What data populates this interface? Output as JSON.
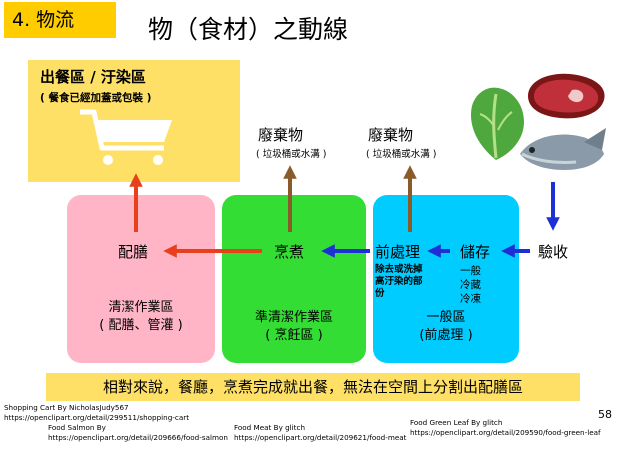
{
  "header": {
    "section_badge": "4.  物流",
    "title": "物（食材）之動線"
  },
  "outlet": {
    "title": "出餐區 / 汙染區",
    "subtitle": "( 餐食已經加蓋或包裝 )"
  },
  "waste_left": {
    "label": "廢棄物",
    "note": "( 垃圾桶或水溝 )"
  },
  "waste_right": {
    "label": "廢棄物",
    "note": "( 垃圾桶或水溝 )"
  },
  "steps": {
    "plating": "配膳",
    "cooking": "烹煮",
    "prep": "前處理",
    "storage": "儲存",
    "inspection": "驗收"
  },
  "prep_note": [
    "除去或洗掉",
    "高汙染的部",
    "份"
  ],
  "storage_options": [
    "一般",
    "冷藏",
    "冷凍"
  ],
  "zones": {
    "clean": {
      "name": "清潔作業區",
      "detail": "( 配膳、管灌 )",
      "color": "#ffb5c5"
    },
    "semi": {
      "name": "準清潔作業區",
      "detail": "( 烹飪區 )",
      "color": "#33dd33"
    },
    "general": {
      "name": "一般區",
      "detail": "(前處理 )",
      "color": "#00ccff"
    }
  },
  "banner": "相對來說，餐廳，烹煮完成就出餐，無法在空間上分割出配膳區",
  "credits": {
    "cart": [
      "Shopping Cart  By    NicholasJudy567",
      "https://openclipart.org/detail/299511/shopping-cart"
    ],
    "salmon": [
      "Food Salmon By",
      "https://openclipart.org/detail/209666/food-salmon"
    ],
    "meat": [
      "Food Meat  By   glitch",
      "https://openclipart.org/detail/209621/food-meat"
    ],
    "leaf": [
      "Food Green Leaf  By   glitch",
      "https://openclipart.org/detail/209590/food-green-leaf"
    ]
  },
  "page_number": "58",
  "colors": {
    "arrow_red": "#e8401c",
    "arrow_blue": "#1f2fd6",
    "arrow_brown": "#8b5a2b",
    "highlight_yellow": "#ffe066",
    "badge_yellow": "#ffcc00"
  },
  "icons": [
    "shopping-cart-icon",
    "meat-icon",
    "green-leaf-icon",
    "salmon-icon"
  ]
}
